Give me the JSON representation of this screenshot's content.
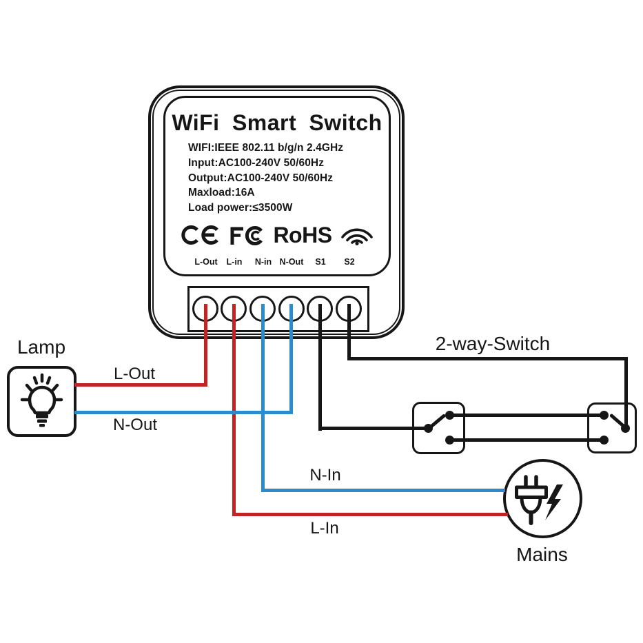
{
  "device": {
    "title": "WiFi Smart Switch",
    "spec_lines": [
      "WIFI:IEEE 802.11 b/g/n 2.4GHz",
      "Input:AC100-240V 50/60Hz",
      "Output:AC100-240V 50/60Hz",
      "Maxload:16A",
      "Load power:≤3500W"
    ],
    "certifications": {
      "rohs_label": "RoHS",
      "icons": [
        "ce-mark",
        "fcc-mark",
        "wifi-signal"
      ]
    },
    "terminal_labels": [
      "L-Out",
      "L-in",
      "N-in",
      "N-Out",
      "S1",
      "S2"
    ]
  },
  "peripherals": {
    "lamp_label": "Lamp",
    "two_way_switch_label": "2-way-Switch",
    "mains_label": "Mains"
  },
  "wire_labels": {
    "l_out": "L-Out",
    "n_out": "N-Out",
    "n_in": "N-In",
    "l_in": "L-In"
  },
  "colors": {
    "live_wire": "#c32323",
    "neutral_wire": "#2b8ccd",
    "switch_wire": "#161616"
  }
}
